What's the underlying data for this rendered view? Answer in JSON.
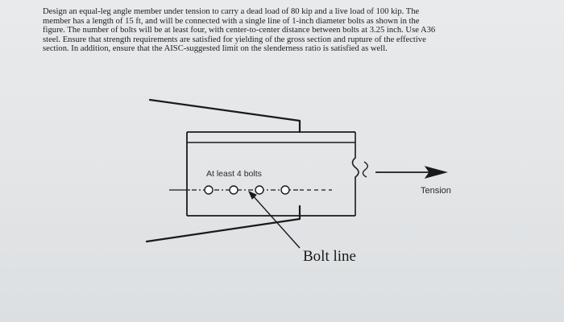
{
  "problem": {
    "lines": [
      "Design an equal-leg angle member under tension to carry a dead load of 80 kip and a live load of 100 kip.  The",
      "member has a length of 15 ft, and will be connected with a single line of 1-inch diameter bolts as shown in the",
      "figure.  The number of bolts will be at least four, with center-to-center distance between bolts at 3.25 inch.  Use A36",
      "steel.  Ensure that strength requirements are satisfied for yielding of the gross section and rupture of the effective",
      "section.  In addition, ensure that the AISC-suggested limit on the slenderness ratio is satisfied as well."
    ]
  },
  "figure": {
    "bolts_label": "At least 4 bolts",
    "tension_label": "Tension",
    "bolt_line_label": "Bolt line",
    "bolt_count": 4,
    "colors": {
      "ink": "#1a1a1a",
      "paper": "#e6e8ea"
    }
  }
}
